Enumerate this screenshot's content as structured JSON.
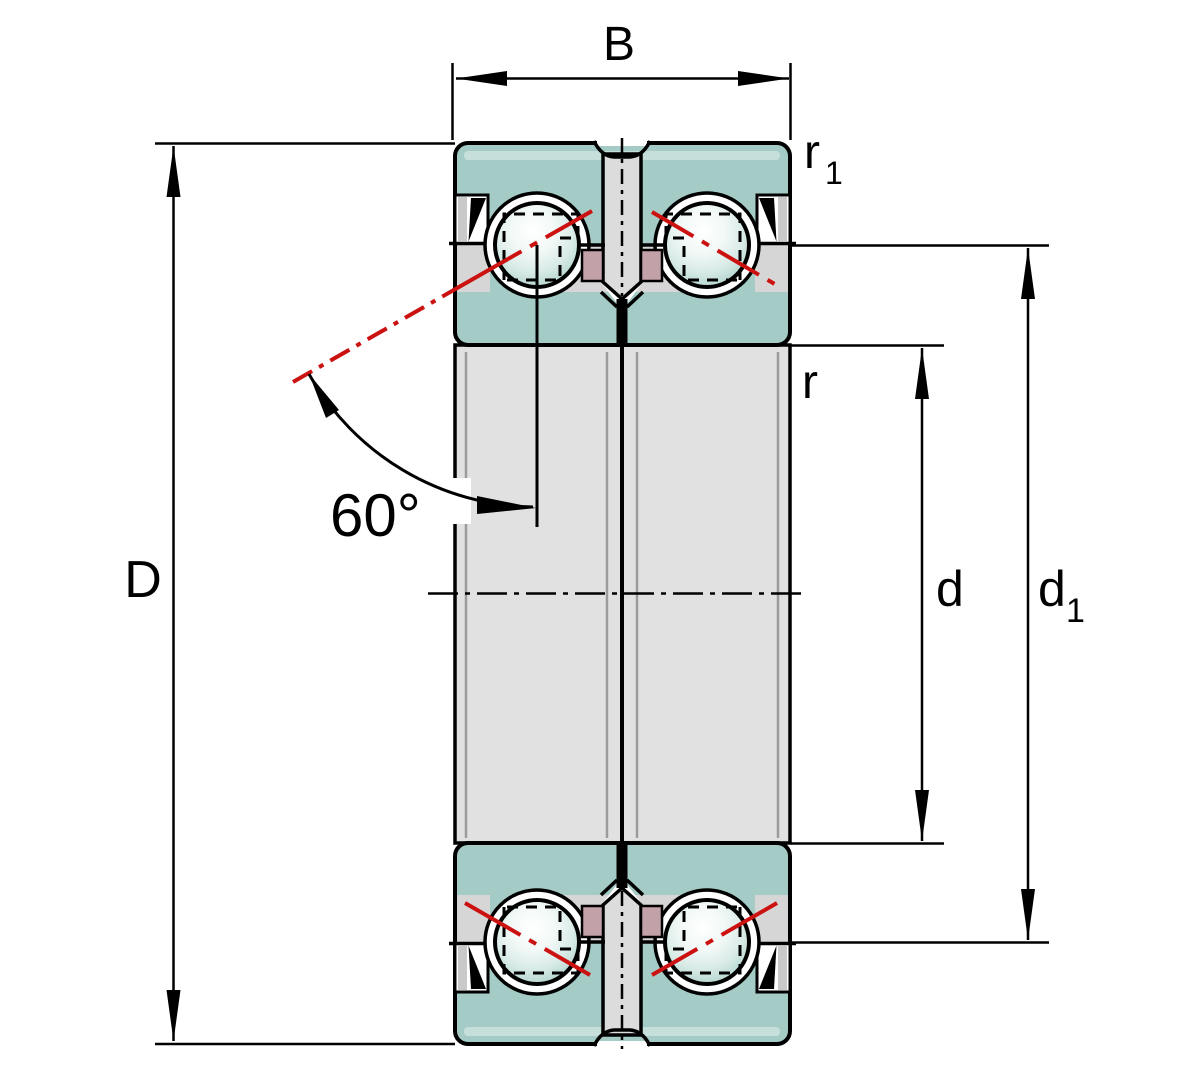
{
  "diagram": {
    "labels": {
      "width": "B",
      "outer_diameter": "D",
      "bore": "d",
      "d1_base": "d",
      "d1_sub": "1",
      "r1_base": "r",
      "r1_sub": "1",
      "fillet": "r",
      "contact_angle": "60°"
    },
    "colors": {
      "washer_teal": "#a5cbc6",
      "washer_highlight": "#c6dfdb",
      "steel_gray": "#e1e1e1",
      "strip_gray": "#dcdcdc",
      "shoulder_gray": "#d6d6d6",
      "cage_pink": "#c3a1a9",
      "contact_red": "#cc1111",
      "outline": "#000000",
      "background": "#ffffff"
    }
  }
}
